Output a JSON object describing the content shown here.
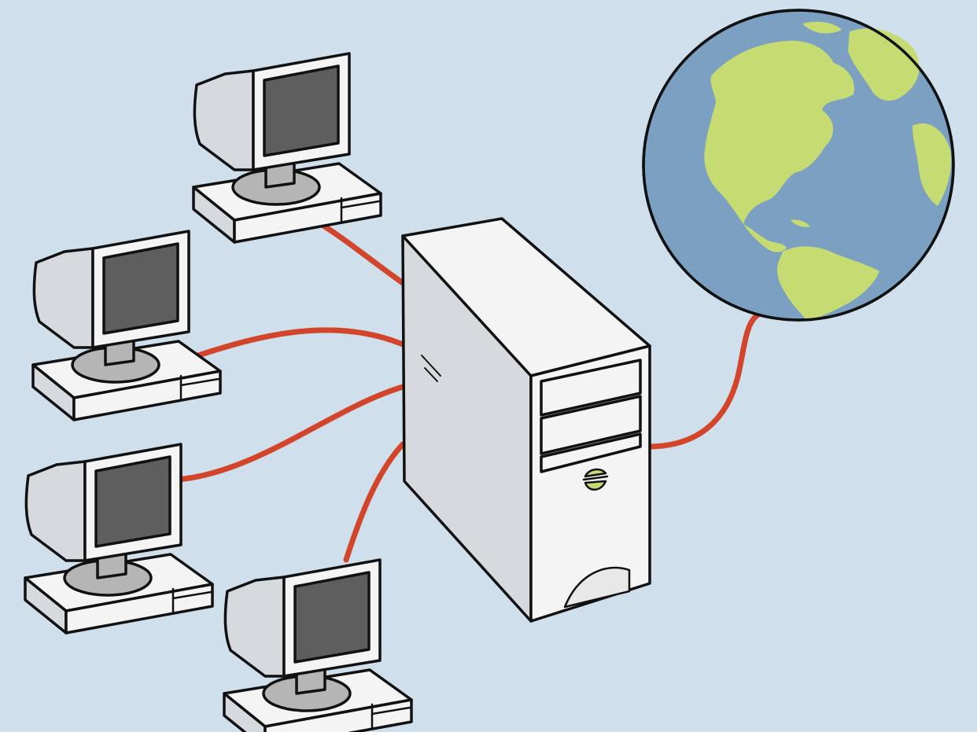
{
  "illustration": {
    "nodes": [
      {
        "id": "workstation-1",
        "kind": "computer"
      },
      {
        "id": "workstation-2",
        "kind": "computer"
      },
      {
        "id": "workstation-3",
        "kind": "computer"
      },
      {
        "id": "workstation-4",
        "kind": "computer"
      },
      {
        "id": "server",
        "kind": "server-tower"
      },
      {
        "id": "internet",
        "kind": "globe"
      }
    ],
    "links": [
      {
        "from": "workstation-1",
        "to": "server"
      },
      {
        "from": "workstation-2",
        "to": "server"
      },
      {
        "from": "workstation-3",
        "to": "server"
      },
      {
        "from": "workstation-4",
        "to": "server"
      },
      {
        "from": "server",
        "to": "internet"
      }
    ],
    "colors": {
      "background": "#cfdfec",
      "cable": "#d2452a",
      "ocean": "#7ba0c2",
      "land": "#c6dc72",
      "device_light": "#f4f4f4",
      "device_side": "#d6d9de",
      "screen": "#5e5e5e",
      "stand": "#b5b5b5",
      "outline": "#111111"
    },
    "icons": [
      "computer-icon",
      "server-icon",
      "globe-icon"
    ]
  }
}
